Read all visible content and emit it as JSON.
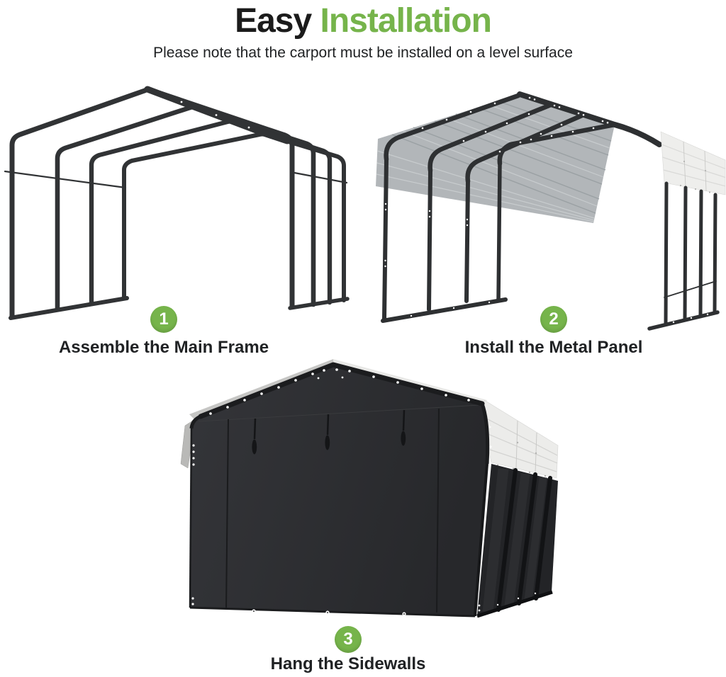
{
  "header": {
    "title": {
      "black": "Easy",
      "green": "Installation"
    },
    "subtitle": "Please note that the carport must be installed on a level surface"
  },
  "steps": [
    {
      "number": "1",
      "label": "Assemble the Main Frame",
      "illustration": "carport-main-frame-wireframe"
    },
    {
      "number": "2",
      "label": "Install the Metal Panel",
      "illustration": "carport-frame-with-metal-roof-panels"
    },
    {
      "number": "3",
      "label": "Hang the Sidewalls",
      "illustration": "carport-fully-enclosed-with-dark-sidewalls"
    }
  ],
  "colors": {
    "accent_green": "#76b44b",
    "title_black": "#1b1b1b",
    "body_text": "#202224",
    "frame_dark": "#313335",
    "roof_grey": "#b2b6b9",
    "panel_white": "#ececea",
    "sidewall_dark": "#2b2c2f",
    "background": "#ffffff"
  }
}
